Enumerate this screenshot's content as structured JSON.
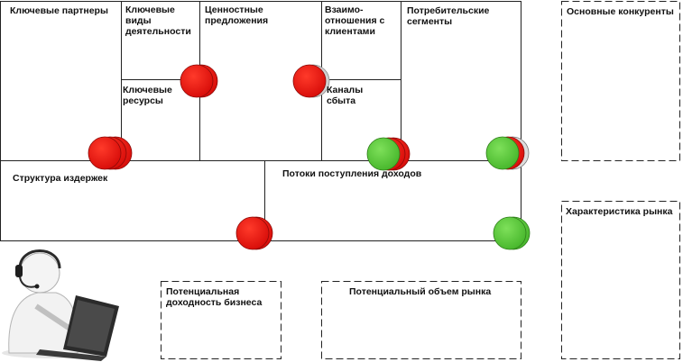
{
  "canvas": {
    "key_partners": "Ключевые партнеры",
    "key_activities": "Ключевые виды деятельности",
    "value_propositions": "Ценностные предложения",
    "customer_relationships": "Взаимо-отношения с клиентами",
    "customer_segments": "Потребительские сегменты",
    "key_resources": "Ключевые ресурсы",
    "channels": "Каналы сбыта",
    "cost_structure": "Структура издержек",
    "revenue_streams": "Потоки поступления доходов"
  },
  "side": {
    "competitors": "Основные конкуренты",
    "market_characteristics": "Характеристика рынка"
  },
  "bottom": {
    "profitability": "Потенциальная доходность бизнеса",
    "market_volume": "Потенциальный объем рынка"
  },
  "colors": {
    "red": "#e8140f",
    "green": "#5cc63b",
    "grey": "#c8c8c8"
  },
  "markers": [
    {
      "name": "partners-activities-marker",
      "color": "red",
      "count": 3
    },
    {
      "name": "activities-value-marker",
      "color": "red",
      "count": 2
    },
    {
      "name": "value-relationships-marker",
      "color": "red",
      "count": 2
    },
    {
      "name": "channels-marker",
      "color": "green",
      "count": 3
    },
    {
      "name": "segments-marker",
      "color": "green",
      "count": 3
    },
    {
      "name": "cost-marker",
      "color": "red",
      "count": 2
    },
    {
      "name": "revenue-marker",
      "color": "green",
      "count": 2
    }
  ]
}
